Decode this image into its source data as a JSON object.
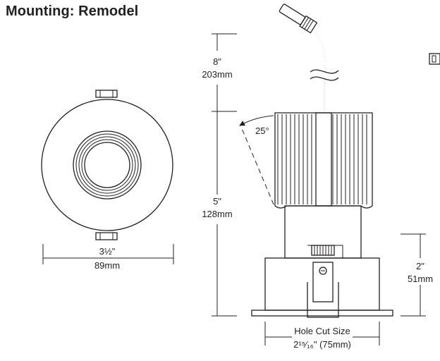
{
  "title": "Mounting: Remodel",
  "dimensions": {
    "width_in": "3½\"",
    "width_mm": "89mm",
    "cord_in": "8\"",
    "cord_mm": "203mm",
    "height_in": "5\"",
    "height_mm": "128mm",
    "clip_in": "2\"",
    "clip_mm": "51mm",
    "tilt": "25°",
    "hole_label": "Hole Cut Size",
    "hole_size": "2¹⁵⁄₁₆\" (75mm)"
  }
}
